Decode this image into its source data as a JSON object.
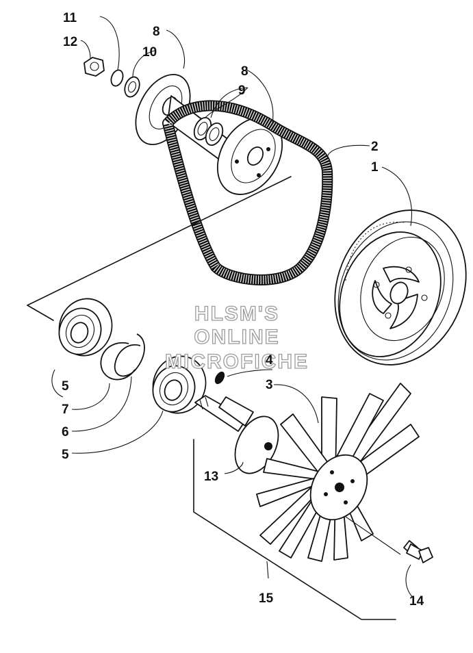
{
  "watermark": [
    "HLSM'S",
    "ONLINE",
    "MICROFICHE"
  ],
  "callouts": {
    "c1": "1",
    "c2": "2",
    "c3": "3",
    "c4": "4",
    "c5a": "5",
    "c5b": "5",
    "c6": "6",
    "c7": "7",
    "c8a": "8",
    "c8b": "8",
    "c9": "9",
    "c10": "10",
    "c11": "11",
    "c12": "12",
    "c13": "13",
    "c14": "14",
    "c15": "15"
  },
  "colors": {
    "ink": "#111111",
    "paper": "#ffffff",
    "watermark_outline": "#9a9a9a"
  }
}
